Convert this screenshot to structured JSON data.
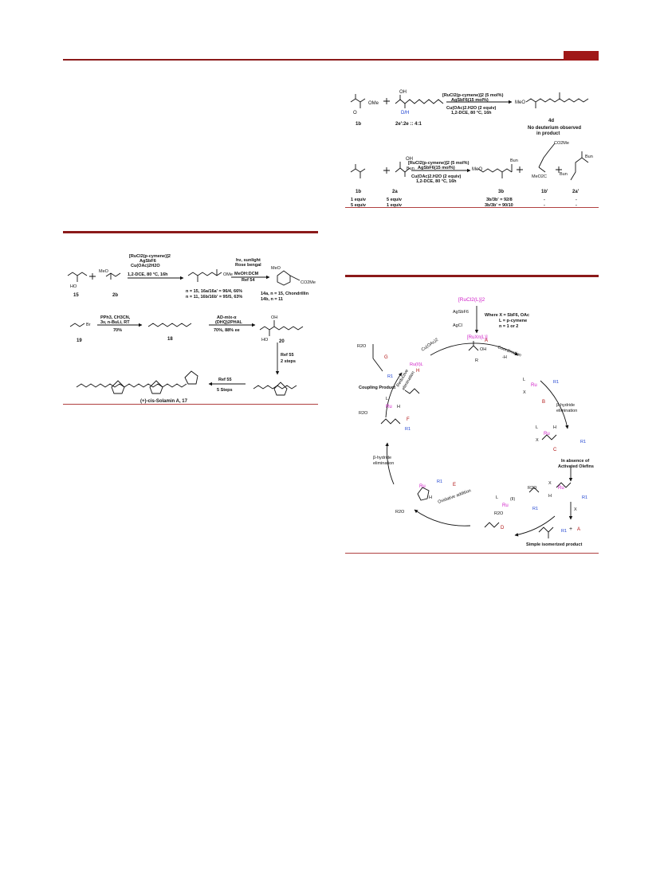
{
  "header": {
    "accent_color": "#8b1a1a"
  },
  "scheme_top_right": {
    "row1": {
      "reagent_line1": "[RuCl2(p-cymene)]2 (5 mol%)",
      "reagent_line2": "AgSbF6(15 mol%)",
      "cond_line1": "Cu(OAc)2.H2O (2 equiv)",
      "cond_line2": "1,2-DCE, 80 °C, 16h",
      "lbl_1b": "1b",
      "lbl_2e": "2e':2e :: 4:1",
      "lbl_4d": "4d",
      "note_line1": "No deuterium observed",
      "note_line2": "in product",
      "oh": "OH",
      "dh": "D/H",
      "ome": "OMe",
      "meo": "MeO",
      "o": "O"
    },
    "row2": {
      "reagent_line1": "[RuCl2(p-cymene)]2 (5 mol%)",
      "reagent_line2": "AgSbF6(15 mol%)",
      "cond_line1": "Cu(OAc)2.H2O (2 equiv)",
      "cond_line2": "1,2-DCE, 80 °C, 16h",
      "lbl_1b": "1b",
      "lbl_2a": "2a",
      "lbl_3b": "3b",
      "lbl_1b2": "1b'",
      "lbl_2a2": "2a'",
      "bun": "Bun",
      "co2me": "CO2Me",
      "meo2c": "MeO2C",
      "table": [
        {
          "a": "1 equiv",
          "b": "5 equiv",
          "ratio": "3b/3b' = 92/8",
          "c": "-",
          "d": "-"
        },
        {
          "a": "5 equiv",
          "b": "1 equiv",
          "ratio": "3b/3b' = 90/10",
          "c": "-",
          "d": "-"
        }
      ]
    }
  },
  "scheme_left": {
    "row1": {
      "lbl_15": "15",
      "lbl_2b": "2b",
      "ho": "HO",
      "meo": "MeO",
      "cat1": "[RuCl2(p-cymene)]2",
      "cat2": "AgSbF6",
      "cat3": "Cu(OAc)2H2O",
      "cat4": "1,2-DCE, 80 °C, 16h",
      "ome": "OMe",
      "res1": "n = 15, 16a/16a' = 96/4, 66%",
      "res2": "n = 11, 16b/16b' = 95/5, 63%",
      "photo1": "hν, sunlight",
      "photo2": "Rose bengal",
      "photo3": "MeOH:DCM",
      "photo4": "Ref 54",
      "prod1": "14a, n = 15, Chondrillin",
      "prod2": "14b, n = 11",
      "co2me": "CO2Me",
      "meo2": "MeO"
    },
    "row2": {
      "lbl_19": "19",
      "br": "Br",
      "r1": "PPh3, CH3CN,",
      "r2": "3v, n-BuLi, RT",
      "r3": "70%",
      "lbl_18": "18",
      "ad1": "AD-mix-α",
      "ad2": "(DHQ)2PHAL",
      "ad3": "70%, 88% ee",
      "lbl_20": "20",
      "oh": "OH",
      "ho": "HO",
      "ref55a": "Ref 55",
      "steps2": "2 steps",
      "ref55b": "Ref 55",
      "steps5": "5 Steps",
      "final": "(+)-cis-Solamin A, 17"
    }
  },
  "cycle": {
    "cat_top": "[RuCl2(L)]2",
    "agsbf6": "AgSbF6",
    "agcl": "AgCl",
    "where1": "Where X = SbF6, OAc",
    "where2": "L = p-cymene",
    "where3": "n = 1 or 2",
    "active": "[RuXn(L)]",
    "lbl_A": "A",
    "coordination": "Coordination",
    "minus_h": "-H",
    "lbl_B": "B",
    "beta1": "β-hydride",
    "beta1b": "elimination",
    "lbl_C": "C",
    "absence1": "In absence of",
    "absence2": "Activated Olefins",
    "simple": "Simple isomerized product",
    "plus_A": "A",
    "lbl_D": "D",
    "oxadd": "Oxidative addition",
    "lbl_E": "E",
    "beta2": "β-hydride",
    "beta2b": "elimination",
    "lbl_F": "F",
    "reductive1": "Reductive",
    "reductive2": "elimination",
    "rux": "Ru(II)L",
    "lbl_H": "H",
    "cuoac": "Cu(OAc)2",
    "lbl_G": "G",
    "coupling": "Coupling Product",
    "r2o": "R2O",
    "r1": "R1",
    "oh": "OH",
    "r": "R",
    "ru": "Ru",
    "h": "H",
    "x": "X",
    "l": "L",
    "ii": "(II)"
  }
}
